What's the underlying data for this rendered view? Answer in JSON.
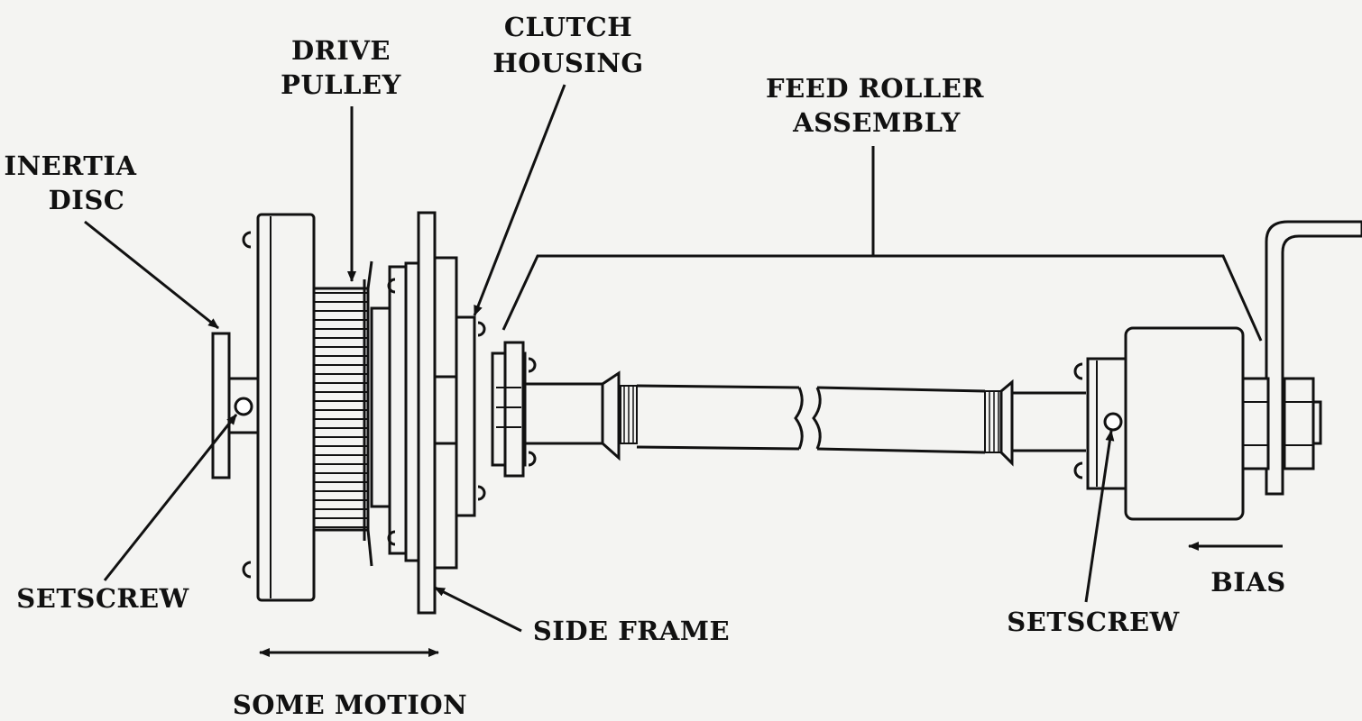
{
  "labels": {
    "inertia_disc": [
      "INERTIA",
      "DISC"
    ],
    "drive_pulley": [
      "DRIVE",
      "PULLEY"
    ],
    "clutch_housing": [
      "CLUTCH",
      "HOUSING"
    ],
    "feed_roller_assembly": [
      "FEED ROLLER",
      "ASSEMBLY"
    ],
    "setscrew_left": "SETSCREW",
    "setscrew_right": "SETSCREW",
    "side_frame": "SIDE FRAME",
    "some_motion": "SOME MOTION",
    "bias": "BIAS"
  }
}
